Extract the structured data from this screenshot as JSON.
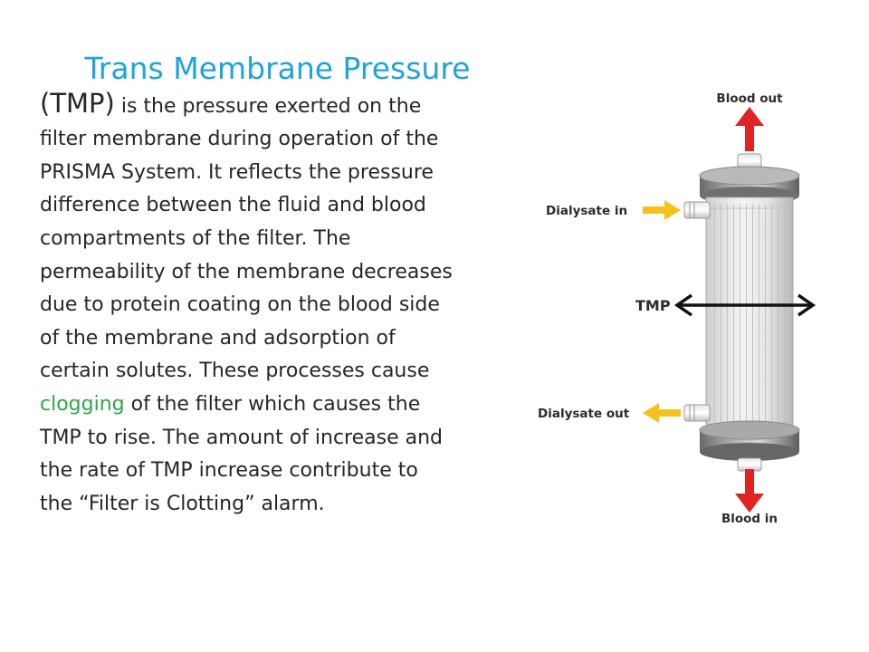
{
  "slide": {
    "title": "Trans Membrane Pressure",
    "body": {
      "line_1_lead": "(TMP)",
      "line_1_rest": " is the pressure exerted on the",
      "line_2": "filter membrane during operation of the",
      "line_3": "PRISMA System. It reflects the pressure",
      "line_4": "difference between the fluid and blood",
      "line_5": "compartments of the filter. The",
      "line_6": "permeability of the membrane decreases",
      "line_7": "due to protein coating on the blood side",
      "line_8": "of the membrane and adsorption of",
      "line_9": "certain solutes. These processes cause",
      "line_10_highlight": "clogging",
      "line_10_rest": " of the filter which causes the",
      "line_11": "TMP to rise. The amount of increase and",
      "line_12": "the rate of TMP increase contribute to",
      "line_13": "the “Filter is Clotting” alarm."
    }
  },
  "diagram": {
    "labels": {
      "blood_out": "Blood out",
      "dialysate_in": "Dialysate in",
      "tmp": "TMP",
      "dialysate_out": "Dialysate out",
      "blood_in": "Blood in"
    }
  },
  "colors": {
    "title": "#1ea3dc",
    "highlight": "#2ea64a",
    "body_text": "#262626",
    "arrow_red": "#e02424",
    "arrow_yellow": "#f5c21b",
    "cap_gray": "#7d7d7d"
  }
}
